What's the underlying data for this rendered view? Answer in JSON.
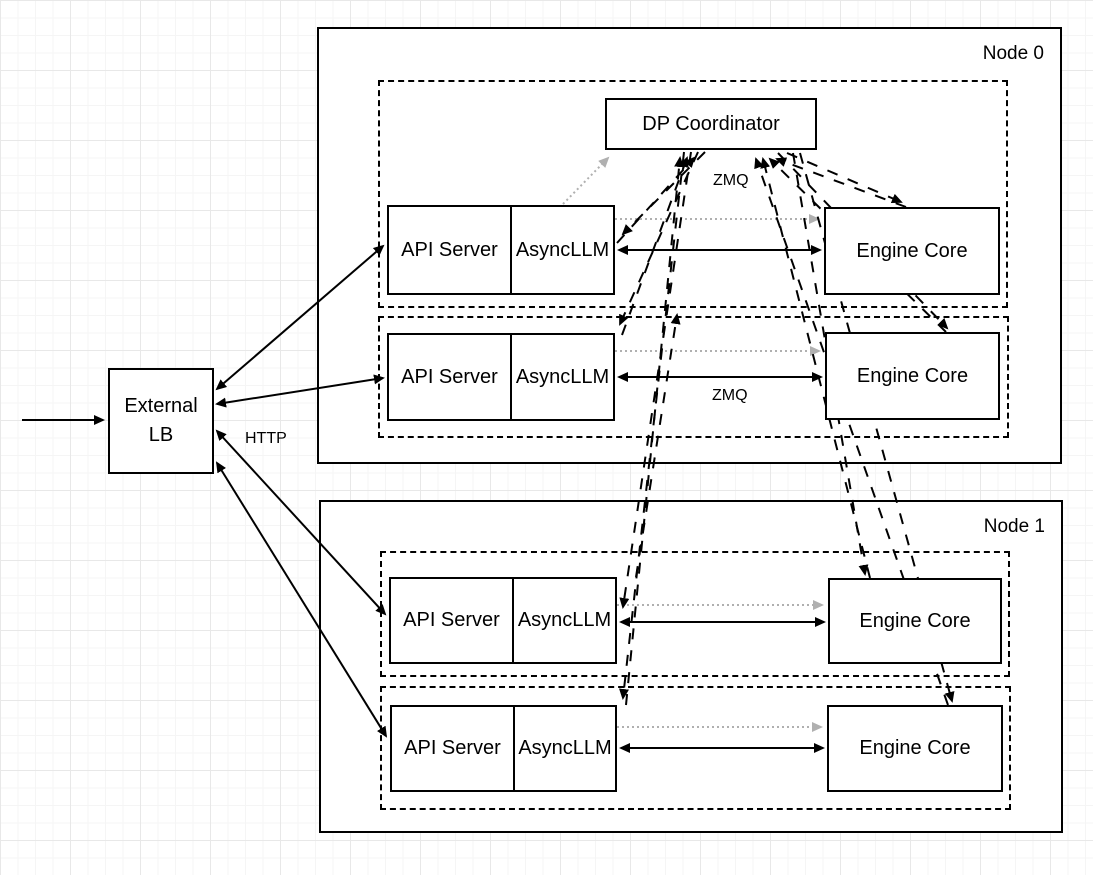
{
  "nodes": {
    "node0_label": "Node 0",
    "node1_label": "Node 1"
  },
  "boxes": {
    "external_lb": {
      "line1": "External",
      "line2": "LB"
    },
    "dp_coordinator": {
      "label": "DP Coordinator"
    },
    "rows": [
      {
        "api": "API Server",
        "async": "AsyncLLM",
        "engine": "Engine Core"
      },
      {
        "api": "API Server",
        "async": "AsyncLLM",
        "engine": "Engine Core"
      },
      {
        "api": "API Server",
        "async": "AsyncLLM",
        "engine": "Engine Core"
      },
      {
        "api": "API Server",
        "async": "AsyncLLM",
        "engine": "Engine Core"
      }
    ]
  },
  "edge_labels": {
    "http": "HTTP",
    "zmq_coordinator": "ZMQ",
    "zmq_row2": "ZMQ"
  },
  "colors": {
    "line": "#000000",
    "dotted_line": "#b0b0b0",
    "box_fill": "#ffffff"
  }
}
